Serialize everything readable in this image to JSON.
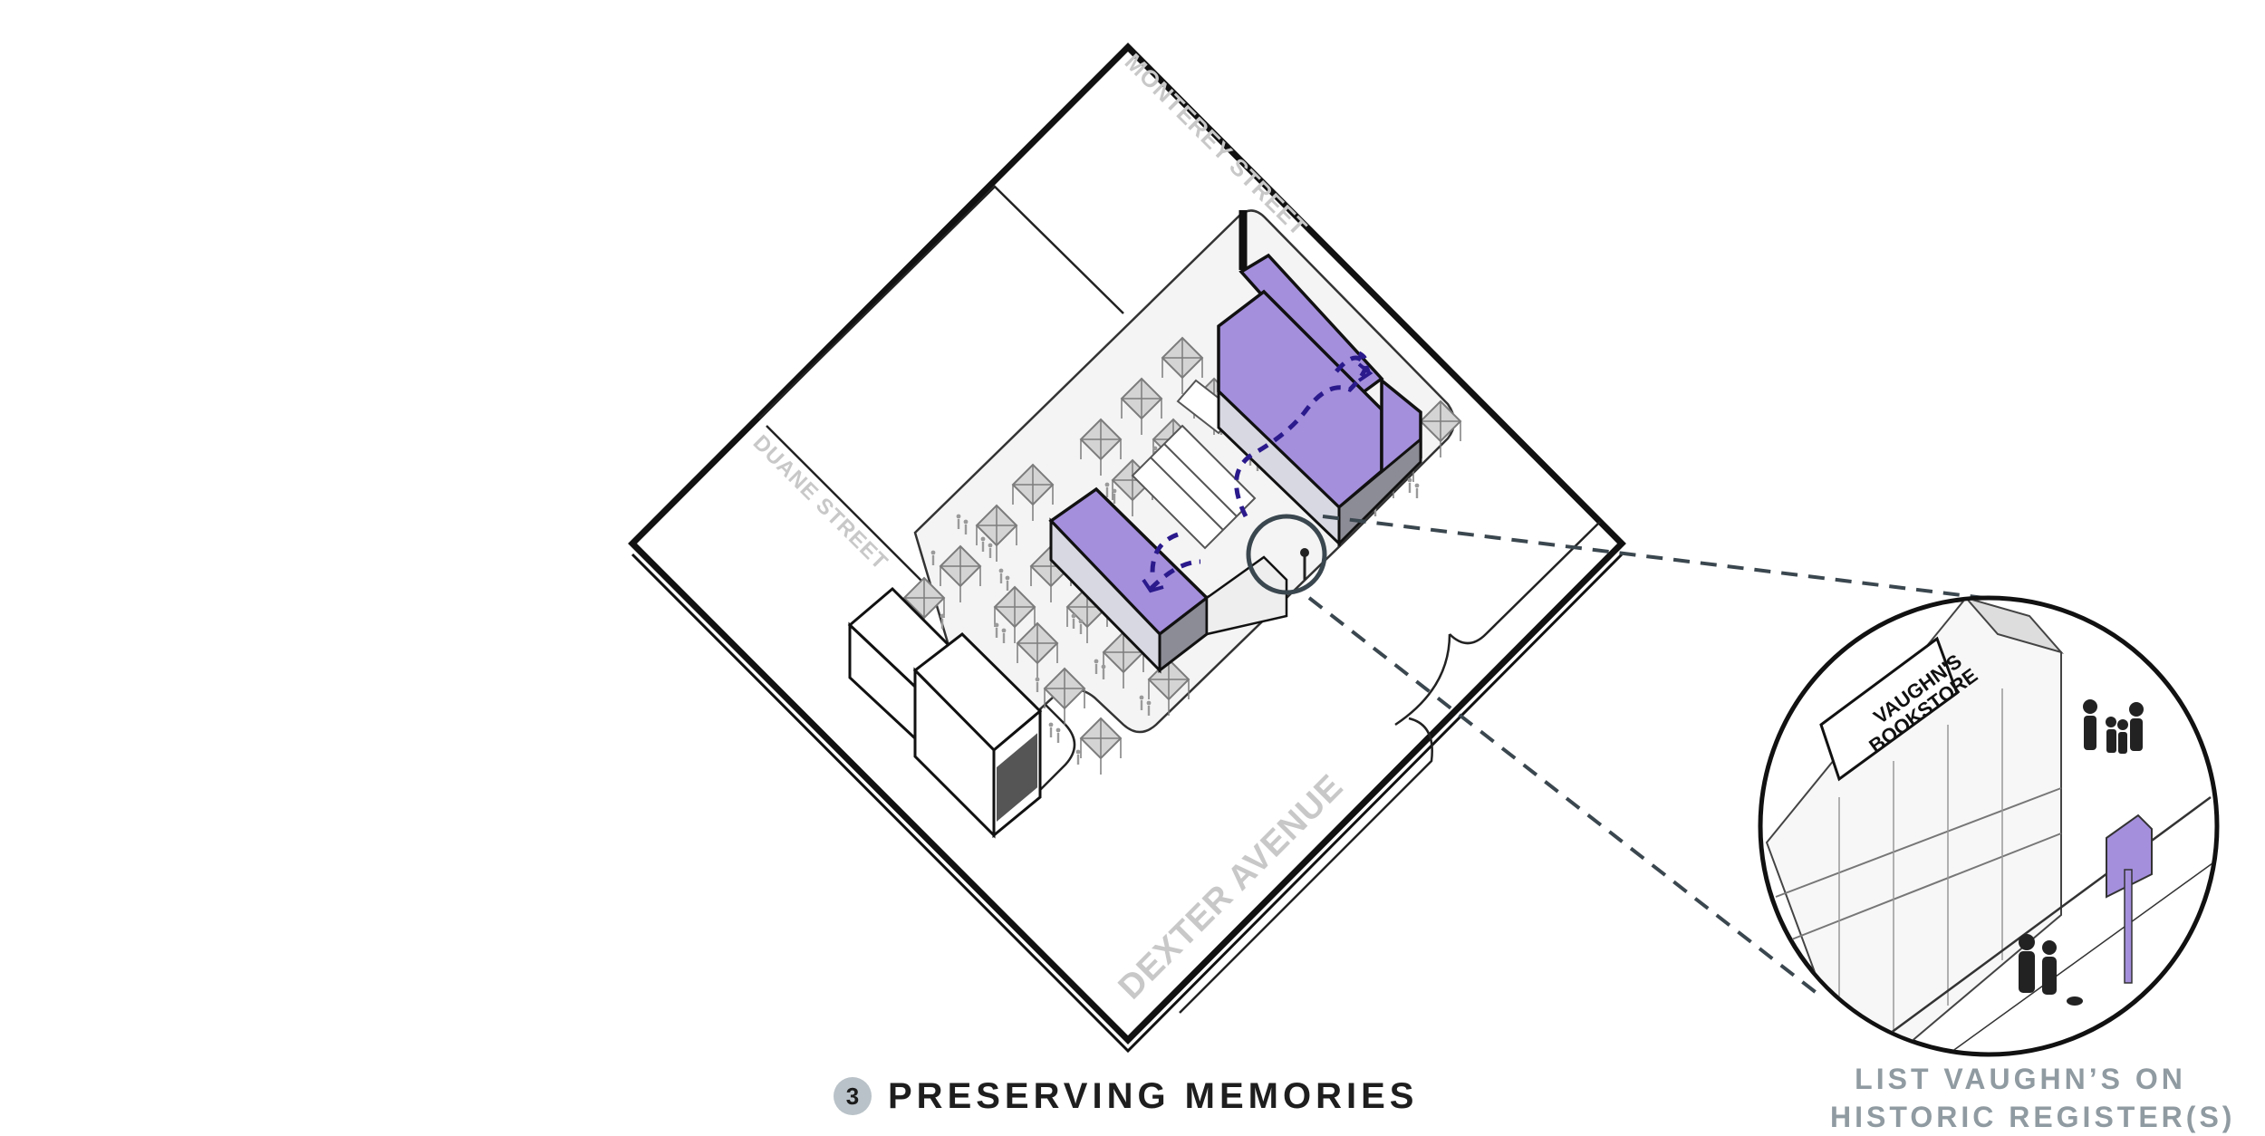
{
  "streets": {
    "monterey": "MONTEREY STREET",
    "duane": "DUANE STREET",
    "dexter": "DEXTER AVENUE"
  },
  "caption": {
    "number": "3",
    "title": "PRESERVING MEMORIES"
  },
  "zoom": {
    "sign_text": "VAUGHN'S BOOKSTORE",
    "sign_line1": "VAUGHN'S",
    "sign_line2": "BOOKSTORE",
    "caption_line1": "LIST VAUGHN’S ON",
    "caption_line2": "HISTORIC REGISTER(S)"
  },
  "colors": {
    "roof_purple": "#a48fdc",
    "arrow_navy": "#2a1a8c",
    "street_label": "#c8c8c8",
    "caption_gray": "#8f9aa1",
    "badge_gray": "#b9c2c8"
  }
}
